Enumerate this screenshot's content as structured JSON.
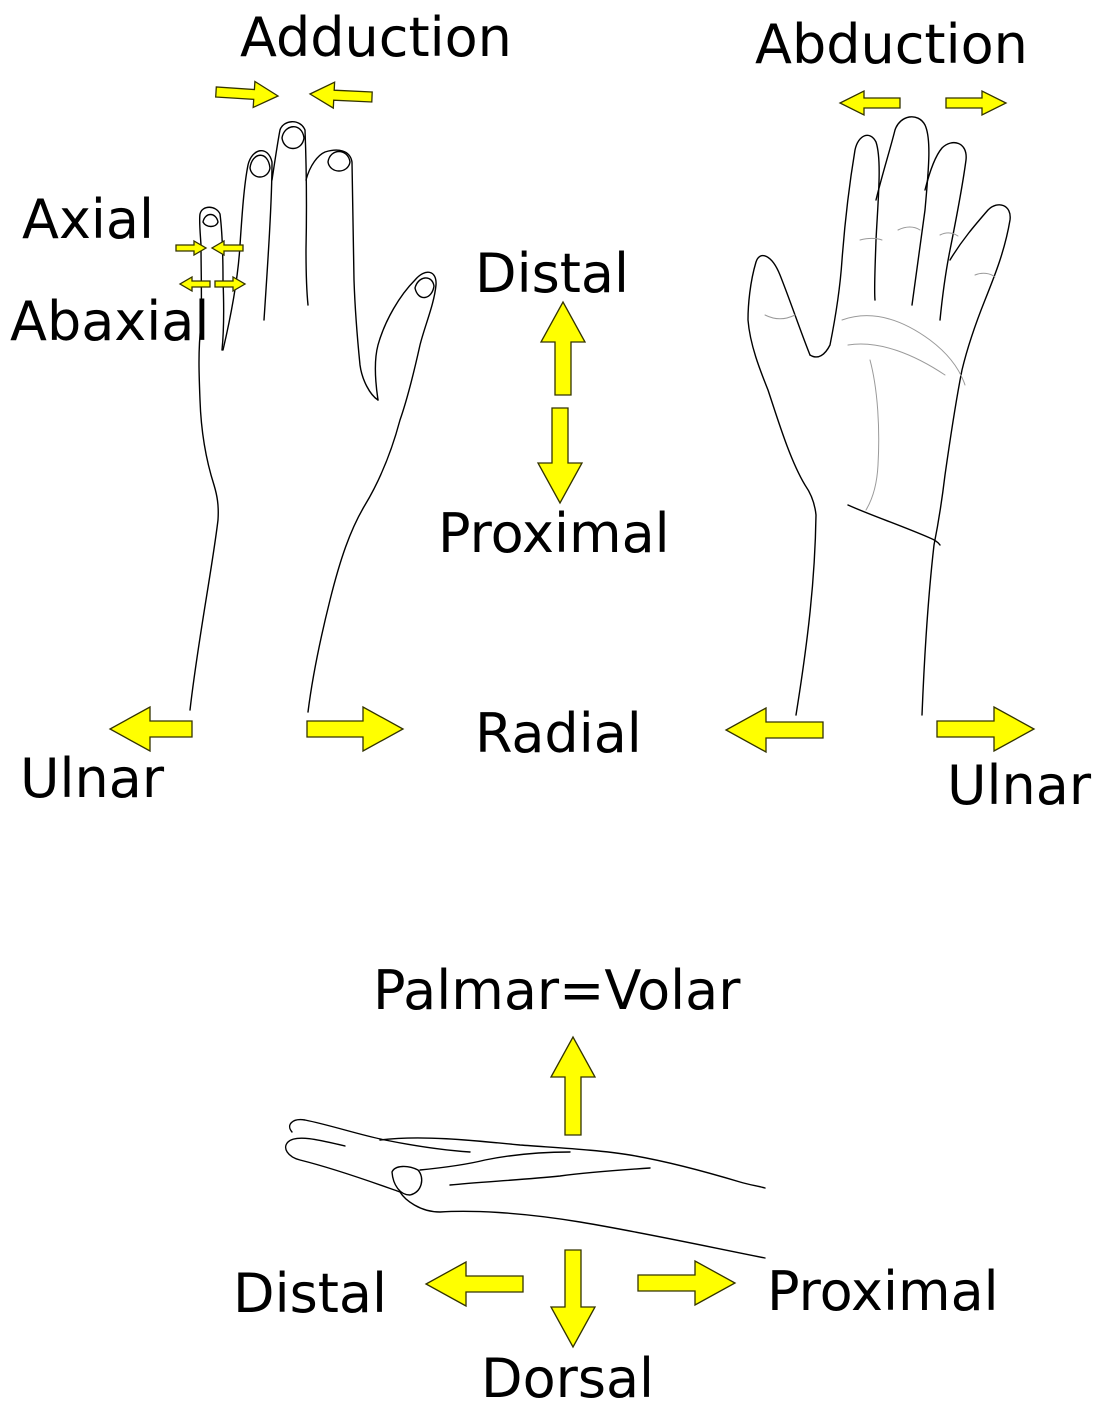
{
  "colors": {
    "arrow_fill": "#ffff00",
    "arrow_stroke": "#333300",
    "outline": "#000000",
    "crease": "#9a9a9a",
    "background": "#ffffff"
  },
  "labels": {
    "adduction": "Adduction",
    "abduction": "Abduction",
    "axial": "Axial",
    "abaxial": "Abaxial",
    "distal_top": "Distal",
    "proximal_top": "Proximal",
    "ulnar_left": "Ulnar",
    "radial": "Radial",
    "ulnar_right": "Ulnar",
    "palmar_volar": "Palmar=Volar",
    "distal_bottom": "Distal",
    "proximal_bottom": "Proximal",
    "dorsal": "Dorsal"
  },
  "figures": {
    "left": "dorsal-hand",
    "right": "palm-hand",
    "bottom": "side-hand"
  }
}
